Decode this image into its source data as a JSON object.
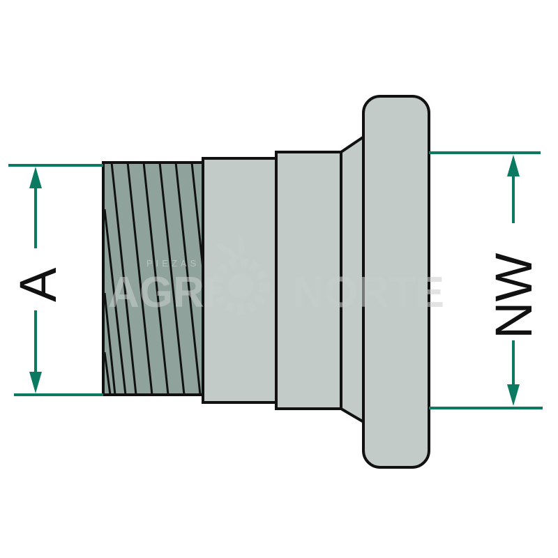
{
  "diagram": {
    "dimension_a_label": "A",
    "dimension_nw_label": "NW",
    "watermark": {
      "brand_left": "AGRI",
      "brand_right": "NORTE",
      "brand_small": "PIEZAS"
    }
  },
  "colors": {
    "dimension_line": "#0b7a60",
    "thread_fill": "#8fa39c",
    "body_fill": "#c2cbc8",
    "outline": "#111111"
  }
}
